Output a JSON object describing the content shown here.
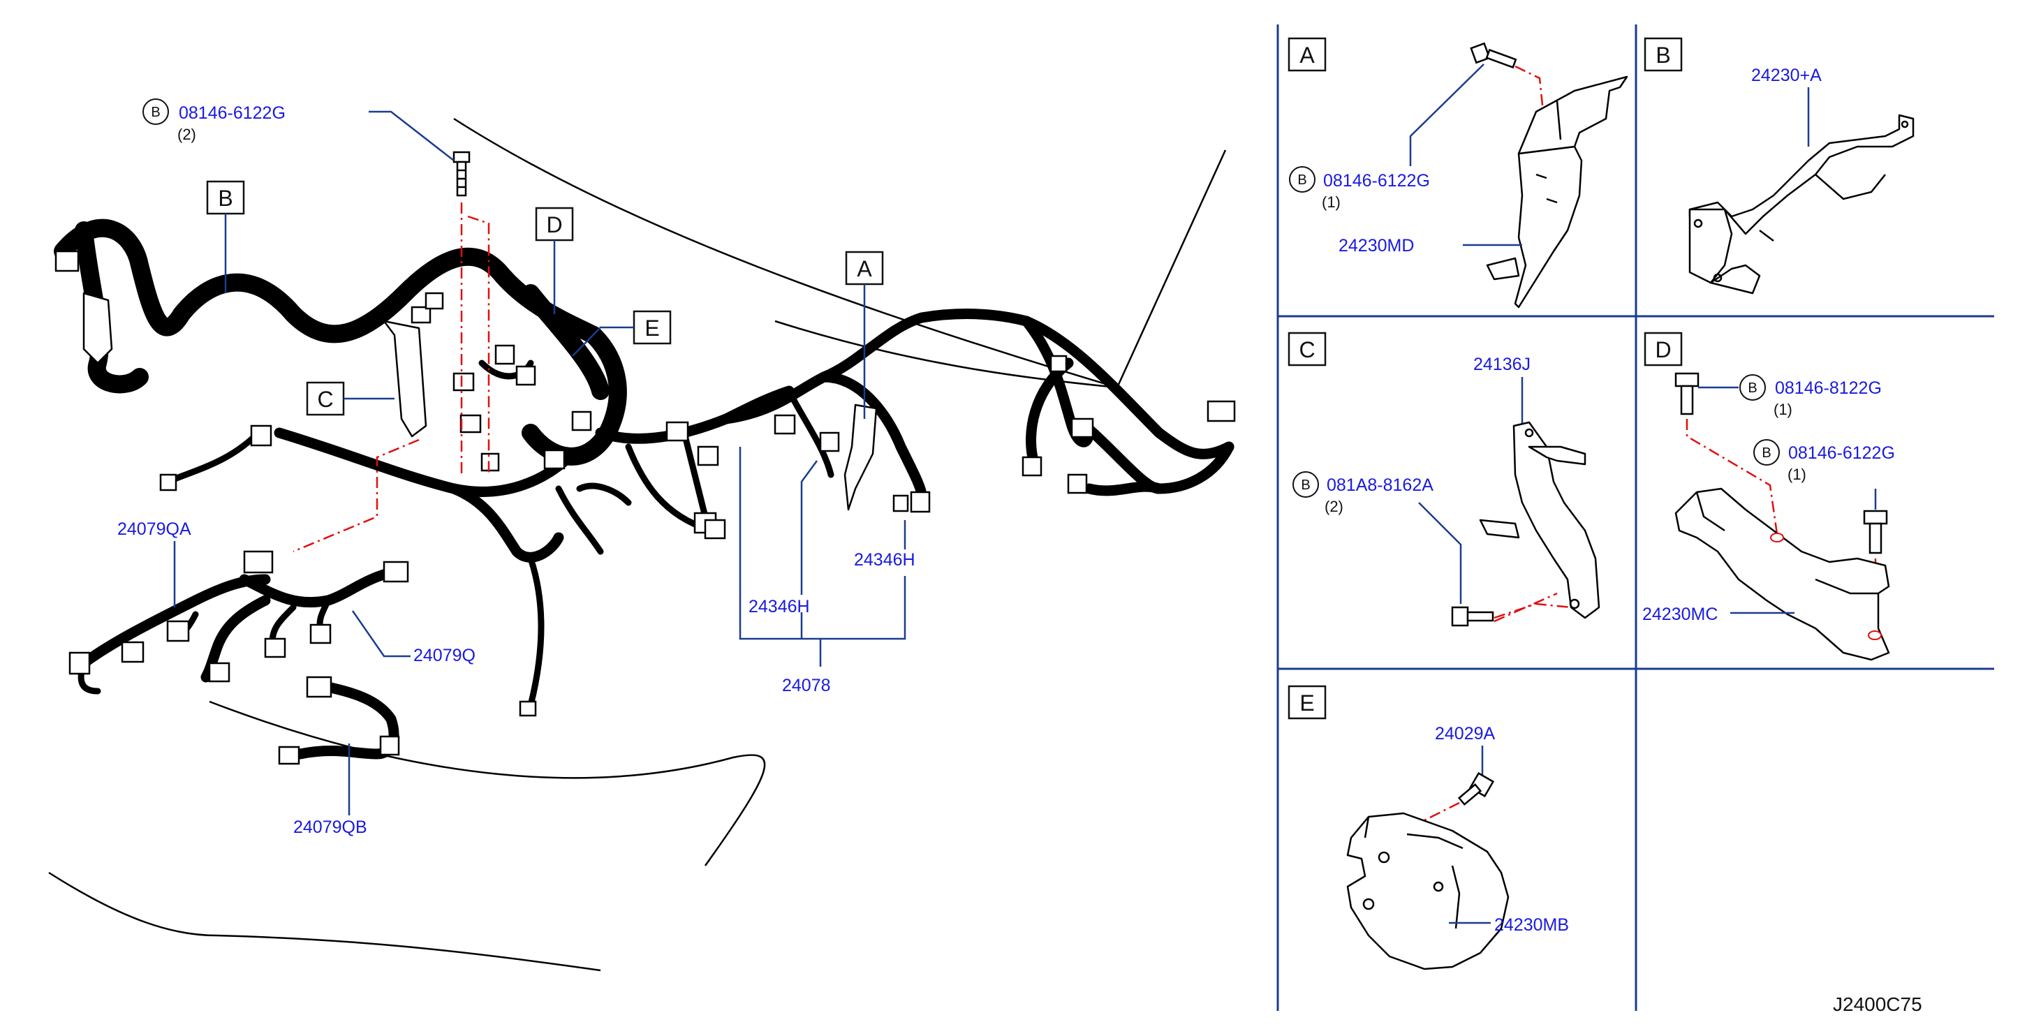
{
  "diagram_code": "J2400C75",
  "main_view": {
    "callouts": {
      "A": "A",
      "B": "B",
      "C": "C",
      "D": "D",
      "E": "E"
    },
    "bolt": {
      "symbol": "B",
      "part_number": "08146-6122G",
      "qty": "(2)"
    },
    "part_numbers": {
      "qa": "24079QA",
      "q": "24079Q",
      "qb": "24079QB",
      "h_left": "24346H",
      "h_right": "24346H",
      "main_harness": "24078"
    }
  },
  "detail_panels": {
    "A": {
      "label": "A",
      "bolt": {
        "symbol": "B",
        "part_number": "08146-6122G",
        "qty": "(1)"
      },
      "bracket": "24230MD"
    },
    "B": {
      "label": "B",
      "bracket": "24230+A"
    },
    "C": {
      "label": "C",
      "bracket": "24136J",
      "bolt": {
        "symbol": "B",
        "part_number": "081A8-8162A",
        "qty": "(2)"
      }
    },
    "D": {
      "label": "D",
      "bolt1": {
        "symbol": "B",
        "part_number": "08146-8122G",
        "qty": "(1)"
      },
      "bolt2": {
        "symbol": "B",
        "part_number": "08146-6122G",
        "qty": "(1)"
      },
      "bracket": "24230MC"
    },
    "E": {
      "label": "E",
      "bolt": "24029A",
      "bracket": "24230MB"
    }
  }
}
